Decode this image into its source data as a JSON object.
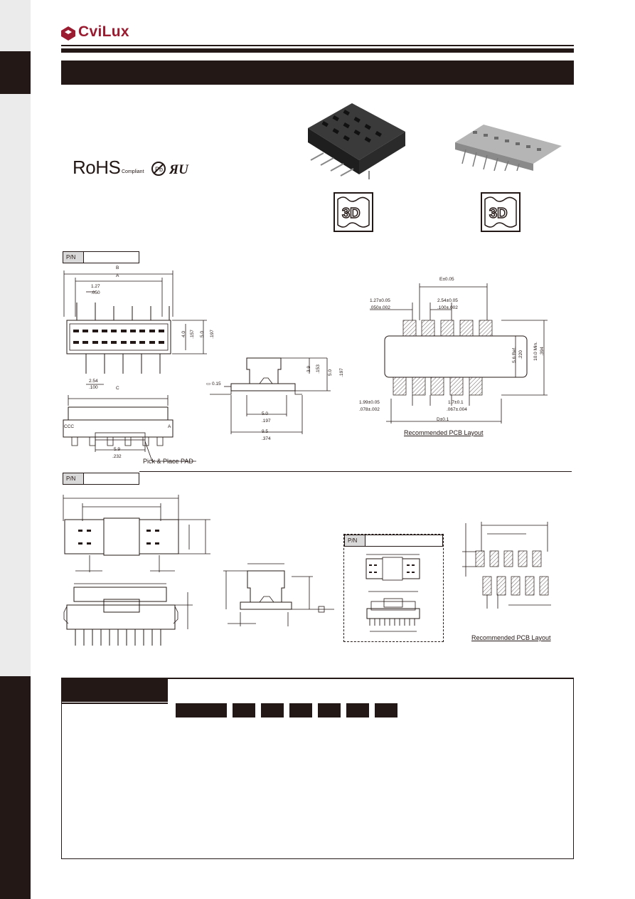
{
  "brand": {
    "name": "CviLux",
    "color": "#9b1b30"
  },
  "certifications": {
    "rohs": "RoHS",
    "compliant": "Compliant"
  },
  "icons": [
    "pb-free-icon",
    "ul-icon",
    "3d-model-icon"
  ],
  "section1": {
    "pn_label": "P/N",
    "top_view": {
      "B": "B",
      "A": "A",
      "pitch_mm": "1.27",
      "pitch_in": ".050",
      "row_mm": "2.54",
      "row_in": ".100",
      "h4_mm": "4.0",
      "h4_in": ".157",
      "h5_mm": "5.0",
      "h5_in": ".197"
    },
    "side_view": {
      "C": "C",
      "ccc": "CCC",
      "a_mark": "A",
      "pad_mm": "5.9",
      "pad_in": ".232",
      "pad_label": "Pick & Place PAD"
    },
    "front_view": {
      "flat": "0.15",
      "h_mm": "3.9",
      "h_in": ".153",
      "h2_mm": "5.0",
      "h2_in": ".197",
      "w_mm": "5.0",
      "w_in": ".197",
      "w2_mm": "9.5",
      "w2_in": ".374"
    },
    "pcb": {
      "e": "E±0.05",
      "p1_mm": "1.27±0.05",
      "p1_in": ".050±.002",
      "p2_mm": "2.54±0.05",
      "p2_in": ".100±.002",
      "ref_mm": "5.6 Ref.",
      "ref_in": ".220",
      "min_mm": "10.0 Min.",
      "min_in": ".394",
      "off_mm": "1.99±0.05",
      "off_in": ".078±.002",
      "pad_mm": "1.7±0.1",
      "pad_in": ".067±.004",
      "d": "D±0.1",
      "caption": "Recommended PCB Layout"
    }
  },
  "section2": {
    "pn_label": "P/N",
    "inset_pn_label": "P/N",
    "pcb_caption": "Recommended PCB Layout"
  }
}
